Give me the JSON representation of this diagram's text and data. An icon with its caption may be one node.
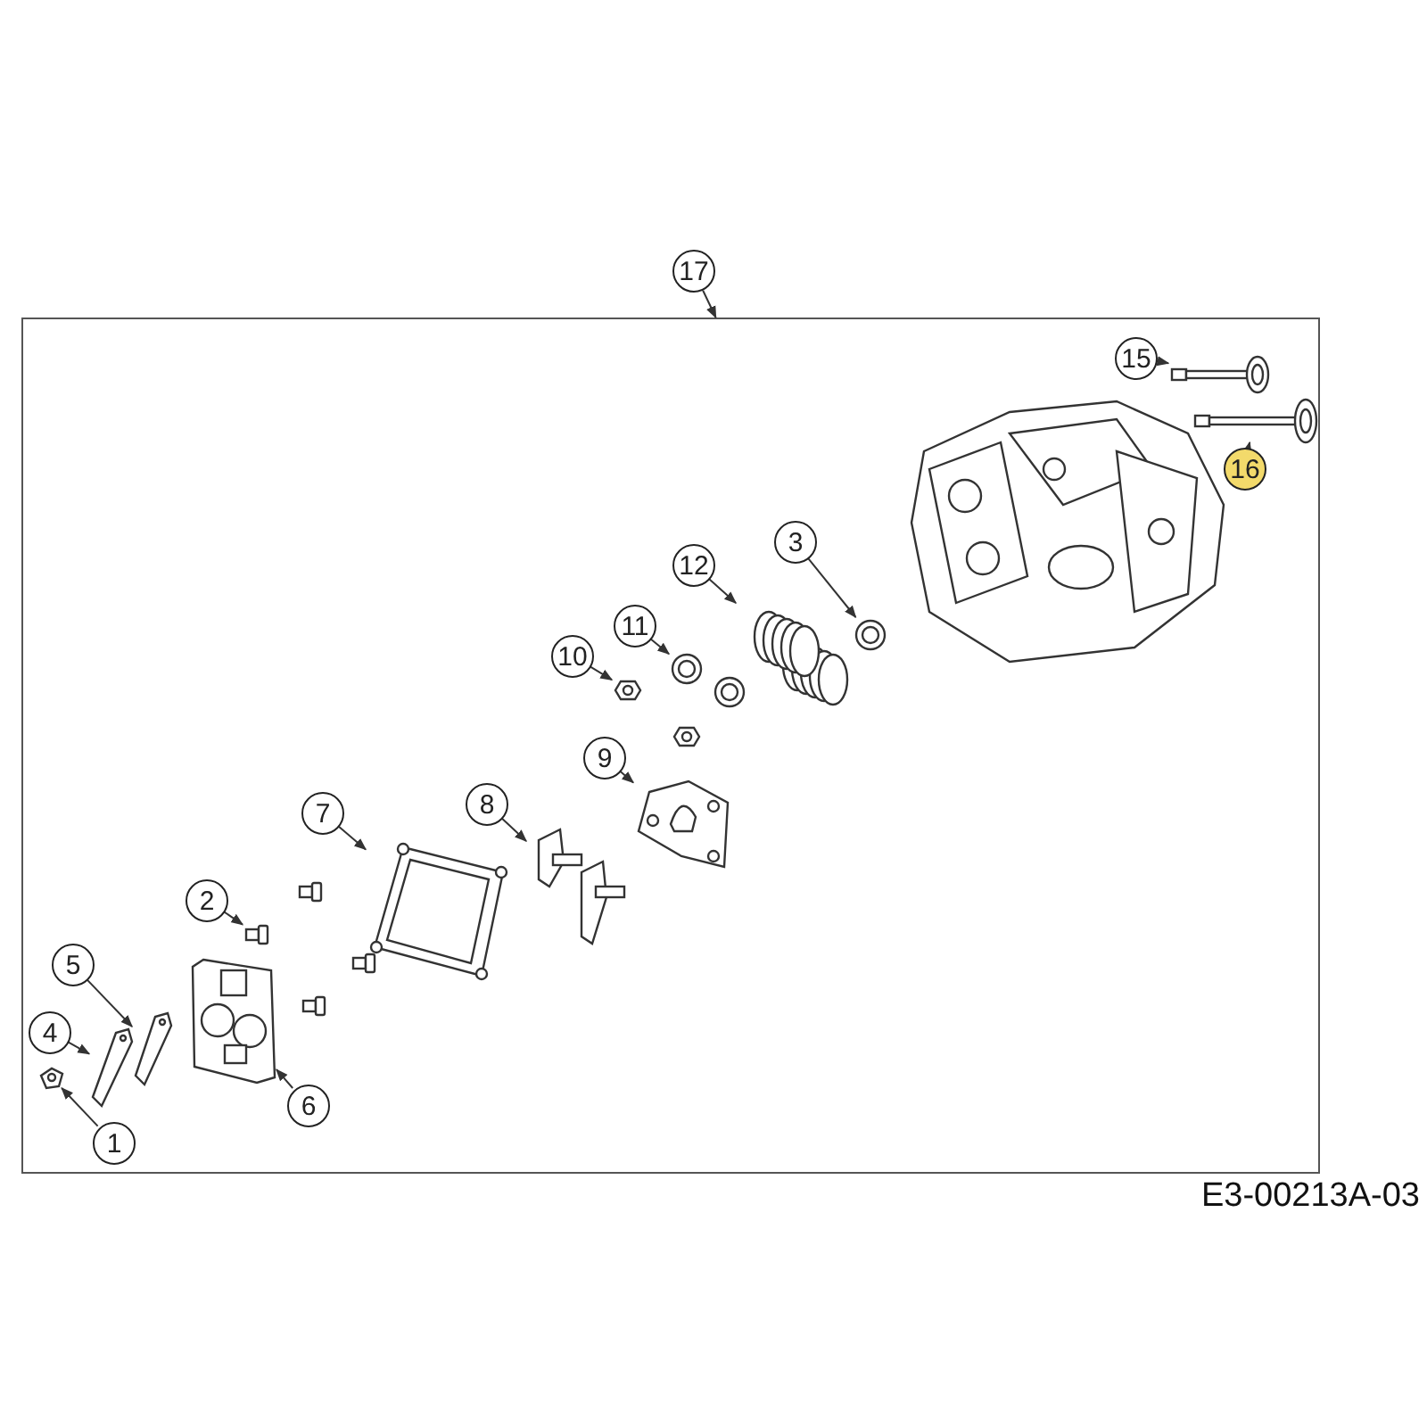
{
  "diagram": {
    "nodes": [
      {
        "text": [
          "17"
        ]
      },
      {
        "text": [],
        "shape": "box"
      },
      {
        "text": [
          "1"
        ],
        "in": 1
      },
      {
        "text": [
          "2"
        ],
        "in": 1
      },
      {
        "text": [
          "3"
        ],
        "in": 1
      },
      {
        "text": [
          "4"
        ],
        "in": 1
      },
      {
        "text": [
          "5"
        ],
        "in": 1
      },
      {
        "text": [
          "6"
        ],
        "in": 1
      },
      {
        "text": [
          "7"
        ],
        "in": 1
      },
      {
        "text": [
          "8"
        ],
        "in": 1
      },
      {
        "text": [
          "9"
        ],
        "in": 1
      },
      {
        "text": [
          "10"
        ],
        "in": 1
      },
      {
        "text": [
          "11"
        ],
        "in": 1
      },
      {
        "text": [
          "12"
        ],
        "in": 1
      },
      {
        "text": [
          "15"
        ],
        "in": 1
      },
      {
        "text": [
          "16"
        ],
        "in": 1
      },
      {
        "text": [],
        "shape": "picture",
        "in": 1
      },
      {
        "text": [],
        "shape": "picture",
        "in": 1
      },
      {
        "text": [],
        "shape": "picture",
        "in": 1
      },
      {
        "text": [],
        "shape": "picture",
        "in": 1
      },
      {
        "text": [],
        "shape": "picture",
        "in": 1
      },
      {
        "text": [],
        "shape": "picture",
        "in": 1
      },
      {
        "text": [],
        "shape": "picture",
        "in": 1
      },
      {
        "text": [],
        "shape": "picture",
        "in": 1
      },
      {
        "text": [],
        "shape": "picture",
        "in": 1
      },
      {
        "text": [],
        "shape": "picture",
        "in": 1
      },
      {
        "text": [],
        "shape": "picture",
        "in": 1
      },
      {
        "text": [],
        "shape": "picture",
        "in": 1
      },
      {
        "text": [],
        "shape": "picture",
        "in": 1
      },
      {
        "text": [],
        "shape": "picture",
        "in": 1
      }
    ],
    "edges": [
      {
        "from": 0,
        "to": 1,
        "arrow": "to"
      },
      {
        "from": 2,
        "to": 16,
        "arrow": "to"
      },
      {
        "from": 3,
        "to": 17,
        "arrow": "to"
      },
      {
        "from": 4,
        "to": 18,
        "arrow": "to"
      },
      {
        "from": 5,
        "to": 19,
        "arrow": "to"
      },
      {
        "from": 6,
        "to": 20,
        "arrow": "to"
      },
      {
        "from": 7,
        "to": 21,
        "arrow": "to"
      },
      {
        "from": 8,
        "to": 22,
        "arrow": "to"
      },
      {
        "from": 9,
        "to": 23,
        "arrow": "to"
      },
      {
        "from": 10,
        "to": 24,
        "arrow": "to"
      },
      {
        "from": 11,
        "to": 25,
        "arrow": "to"
      },
      {
        "from": 12,
        "to": 26,
        "arrow": "to"
      },
      {
        "from": 13,
        "to": 27,
        "arrow": "to"
      },
      {
        "from": 14,
        "to": 28,
        "arrow": "to"
      },
      {
        "from": 15,
        "to": 29,
        "arrow": "to"
      }
    ],
    "labels": [
      "E3-00213A-03"
    ]
  }
}
